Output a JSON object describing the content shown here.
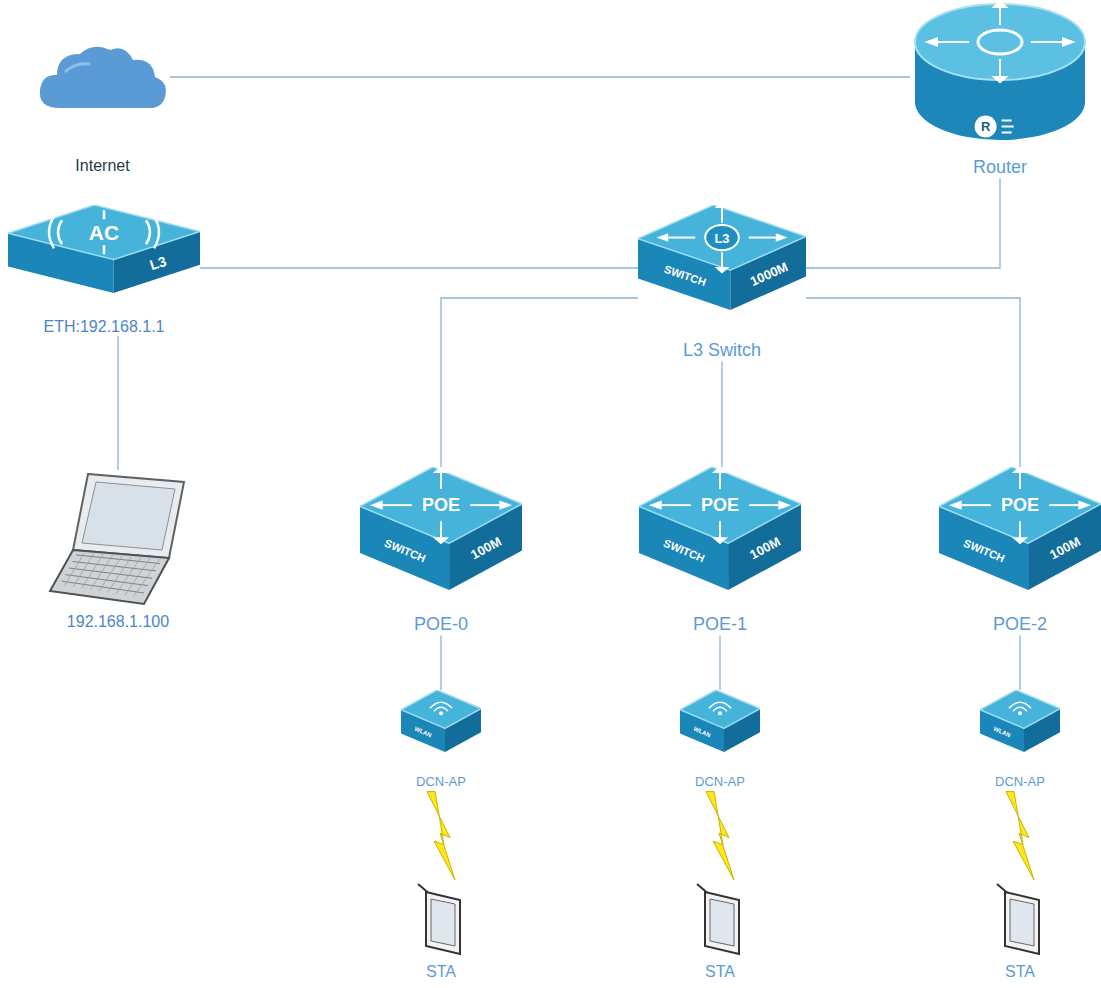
{
  "diagram": {
    "nodes": [
      {
        "text": [
          "Internet"
        ]
      },
      {
        "text": [
          "R",
          "Router"
        ]
      },
      {
        "text": [
          "AC",
          "L3",
          "ETH:192.168.1.1"
        ]
      },
      {
        "text": [
          "L3",
          "SWITCH",
          "1000M",
          "L3 Switch"
        ]
      },
      {
        "text": [
          "192.168.1.100"
        ]
      },
      {
        "text": [
          "POE",
          "SWITCH",
          "100M",
          "POE-0"
        ]
      },
      {
        "text": [
          "POE",
          "SWITCH",
          "100M",
          "POE-1"
        ]
      },
      {
        "text": [
          "POE",
          "SWITCH",
          "100M",
          "POE-2"
        ]
      },
      {
        "text": [
          "WLAN",
          "DCN-AP"
        ]
      },
      {
        "text": [
          "WLAN",
          "DCN-AP"
        ]
      },
      {
        "text": [
          "WLAN",
          "DCN-AP"
        ]
      },
      {
        "text": [
          "STA"
        ]
      },
      {
        "text": [
          "STA"
        ]
      },
      {
        "text": [
          "STA"
        ]
      }
    ],
    "edges": [
      {
        "from": 0,
        "to": 1,
        "arrow": "none"
      },
      {
        "from": 1,
        "to": 3,
        "arrow": "none"
      },
      {
        "from": 2,
        "to": 3,
        "arrow": "none"
      },
      {
        "from": 2,
        "to": 4,
        "arrow": "none"
      },
      {
        "from": 3,
        "to": 5,
        "arrow": "none"
      },
      {
        "from": 3,
        "to": 6,
        "arrow": "none"
      },
      {
        "from": 3,
        "to": 7,
        "arrow": "none"
      },
      {
        "from": 5,
        "to": 8,
        "arrow": "none"
      },
      {
        "from": 6,
        "to": 9,
        "arrow": "none"
      },
      {
        "from": 7,
        "to": 10,
        "arrow": "none"
      },
      {
        "from": 8,
        "to": 11,
        "arrow": "none"
      },
      {
        "from": 9,
        "to": 12,
        "arrow": "none"
      },
      {
        "from": 10,
        "to": 13,
        "arrow": "none"
      }
    ]
  }
}
